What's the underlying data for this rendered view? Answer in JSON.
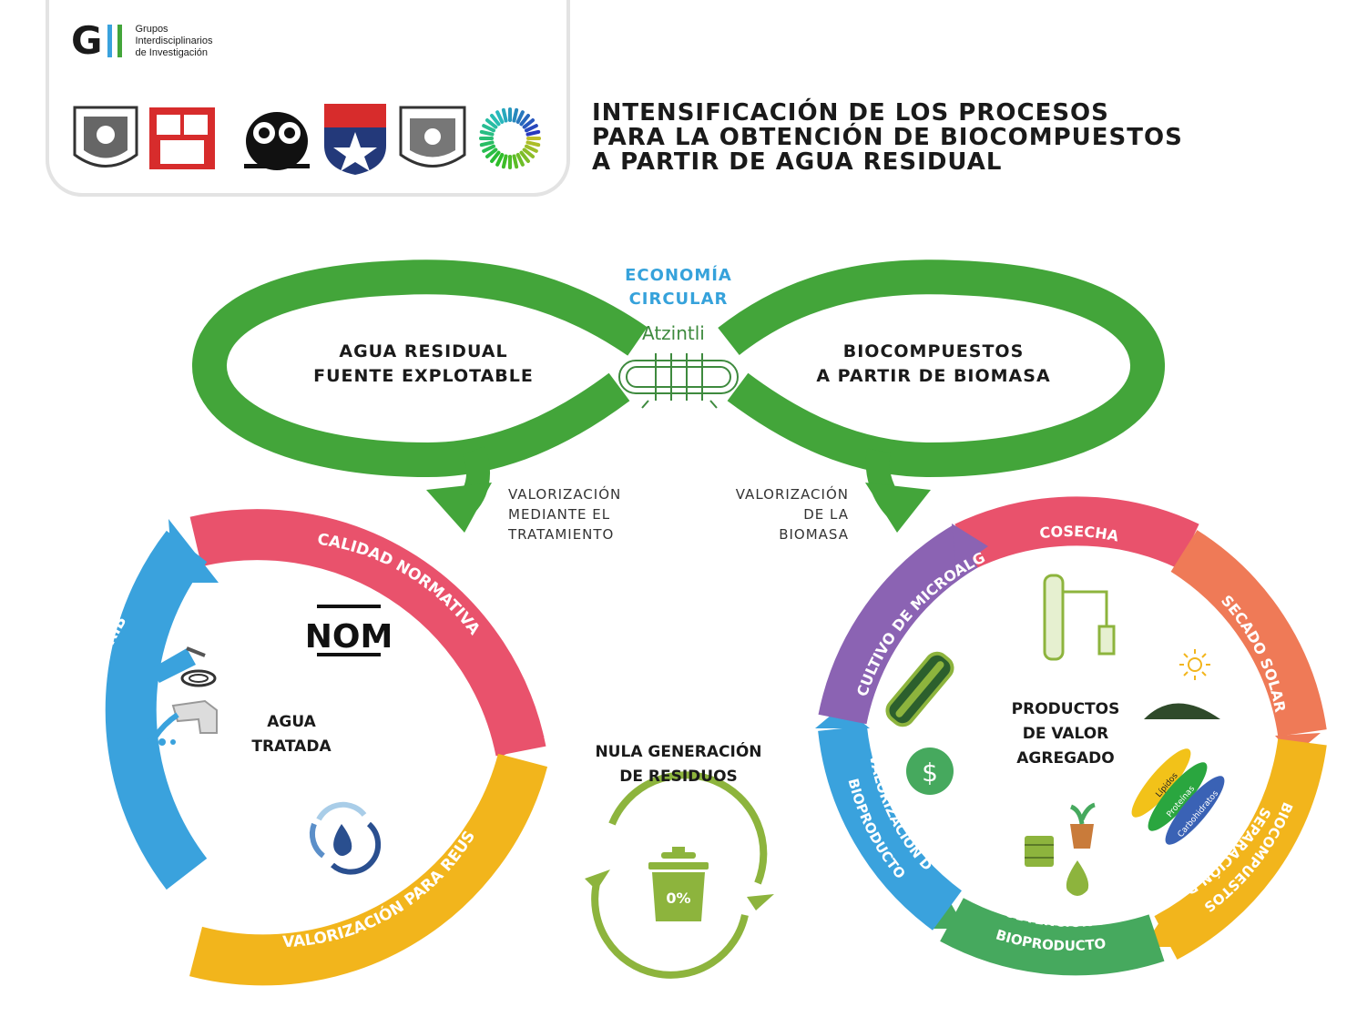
{
  "header": {
    "gii_letters": "GII",
    "gii_line1": "Grupos",
    "gii_line2": "Interdisciplinarios",
    "gii_line3": "de Investigación",
    "title_line1": "INTENSIFICACIÓN DE LOS PROCESOS",
    "title_line2": "PARA LA OBTENCIÓN DE BIOCOMPUESTOS",
    "title_line3": "A PARTIR DE AGUA RESIDUAL",
    "logos": [
      "unam-seal-logo",
      "institute-squares-logo",
      "owl-logo",
      "university-shield-logo",
      "ciencias-seal-logo",
      "circle-dots-logo"
    ]
  },
  "infinity": {
    "center_line1": "ECONOMÍA",
    "center_line2": "CIRCULAR",
    "brand": "Atzintli",
    "left_line1": "AGUA RESIDUAL",
    "left_line2": "FUENTE EXPLOTABLE",
    "right_line1": "BIOCOMPUESTOS",
    "right_line2": "A PARTIR DE BIOMASA",
    "left_arrow_line1": "VALORIZACIÓN",
    "left_arrow_line2": "MEDIANTE EL",
    "left_arrow_line3": "TRATAMIENTO",
    "right_arrow_line1": "VALORIZACIÓN",
    "right_arrow_line2": "DE LA",
    "right_arrow_line3": "BIOMASA"
  },
  "left_cycle": {
    "center_line1": "AGUA",
    "center_line2": "TRATADA",
    "seg_quality": "CALIDAD NORMATIVA",
    "seg_reuse": "VALORIZACIÓN PARA REUSO",
    "seg_distribution": "PROPUESTA DE DISTRIBUCIÓN",
    "nom": "NOM"
  },
  "middle": {
    "line1": "NULA GENERACIÓN",
    "line2": "DE RESIDUOS",
    "percent": "0%"
  },
  "right_cycle": {
    "center_line1": "PRODUCTOS",
    "center_line2": "DE VALOR",
    "center_line3": "AGREGADO",
    "seg_harvest": "COSECHA",
    "seg_drying": "SECADO SOLAR",
    "seg_separation_1": "SEPARACIÓN DE",
    "seg_separation_2": "BIOCOMPUESTOS",
    "seg_obtain_1": "OBTENCIÓN DE",
    "seg_obtain_2": "BIOPRODUCTOS",
    "seg_valor_1": "VALORIZACIÓN DE",
    "seg_valor_2": "BIOPRODUCTOS",
    "seg_cultivo": "CULTIVO DE MICROALGAS",
    "dollar": "$",
    "lipids": "Lípidos",
    "proteins": "Proteínas",
    "carbs": "Carbohidratos"
  },
  "colors": {
    "green": "#43a53a",
    "red": "#e9526c",
    "yellow": "#f2b51c",
    "blue": "#3aa2dd",
    "orange": "#ef7a57",
    "purple": "#8b63b3",
    "darkgreen": "#46a95e",
    "olive": "#8db43d"
  }
}
